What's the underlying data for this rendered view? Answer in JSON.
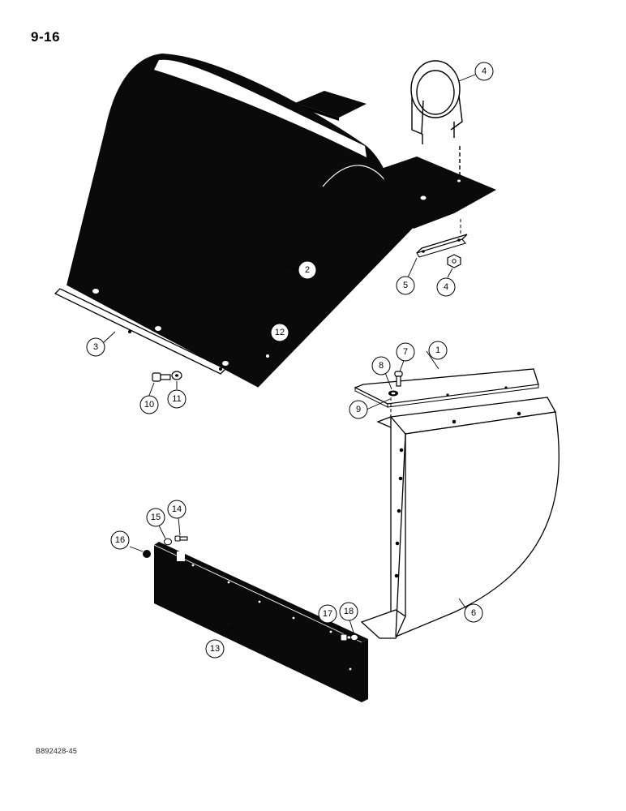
{
  "page_number": "9-16",
  "figure_code": "B892428-45",
  "colors": {
    "ink": "#000000",
    "part_fill": "#0a0a0a",
    "paper": "#ffffff"
  },
  "callouts": {
    "c1": "1",
    "c2": "2",
    "c3": "3",
    "c4a": "4",
    "c4b": "4",
    "c5": "5",
    "c6": "6",
    "c7": "7",
    "c8": "8",
    "c9": "9",
    "c10": "10",
    "c11": "11",
    "c12": "12",
    "c13": "13",
    "c14": "14",
    "c15": "15",
    "c16": "16",
    "c17": "17",
    "c18": "18"
  }
}
